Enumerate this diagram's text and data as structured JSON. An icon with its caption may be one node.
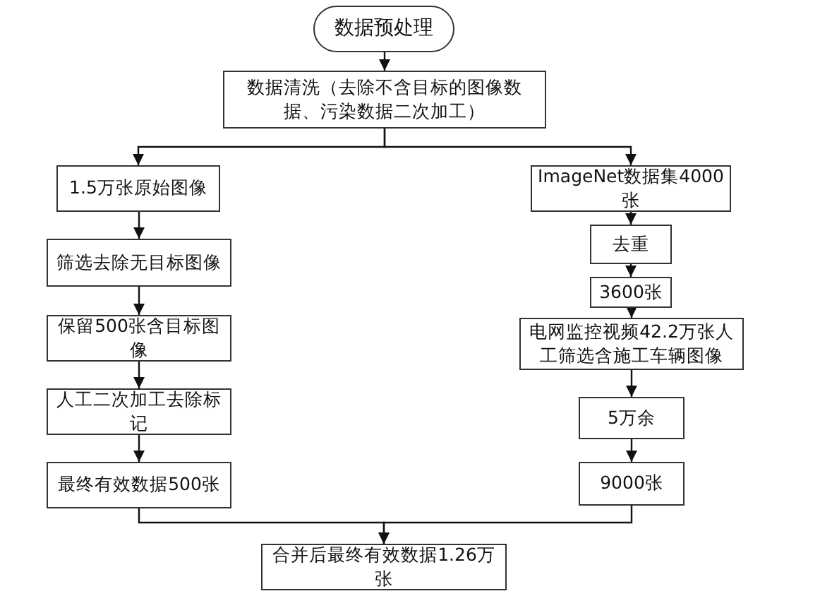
{
  "diagram": {
    "nodes": [
      {
        "text": [
          "数据预处理"
        ]
      },
      {
        "text": [
          "数据清洗（去除不含目标的图像数据、污染数据二次加工）"
        ]
      },
      {
        "text": [
          "1.5万张原始图像"
        ]
      },
      {
        "text": [
          "筛选去除无目标图像"
        ]
      },
      {
        "text": [
          "保留500张含目标图像"
        ]
      },
      {
        "text": [
          "人工二次加工去除标记"
        ]
      },
      {
        "text": [
          "最终有效数据500张"
        ]
      },
      {
        "text": [
          "ImageNet数据集4000张"
        ]
      },
      {
        "text": [
          "去重"
        ]
      },
      {
        "text": [
          "3600张"
        ]
      },
      {
        "text": [
          "电网监控视频42.2万张人工筛选含施工车辆图像"
        ]
      },
      {
        "text": [
          "5万余"
        ]
      },
      {
        "text": [
          "9000张"
        ]
      },
      {
        "text": [
          "合并后最终有效数据1.26万张"
        ]
      }
    ],
    "edges": [
      {
        "from": 0,
        "to": 1,
        "arrow": "to"
      },
      {
        "from": 1,
        "to": 2,
        "arrow": "to"
      },
      {
        "from": 1,
        "to": 7,
        "arrow": "to"
      },
      {
        "from": 2,
        "to": 3,
        "arrow": "to"
      },
      {
        "from": 3,
        "to": 4,
        "arrow": "to"
      },
      {
        "from": 4,
        "to": 5,
        "arrow": "to"
      },
      {
        "from": 5,
        "to": 6,
        "arrow": "to"
      },
      {
        "from": 7,
        "to": 8,
        "arrow": "to"
      },
      {
        "from": 8,
        "to": 9,
        "arrow": "to"
      },
      {
        "from": 9,
        "to": 10,
        "arrow": "to"
      },
      {
        "from": 10,
        "to": 11,
        "arrow": "to"
      },
      {
        "from": 11,
        "to": 12,
        "arrow": "to"
      },
      {
        "from": 6,
        "to": 13,
        "arrow": "to"
      },
      {
        "from": 12,
        "to": 13,
        "arrow": "to"
      }
    ]
  }
}
